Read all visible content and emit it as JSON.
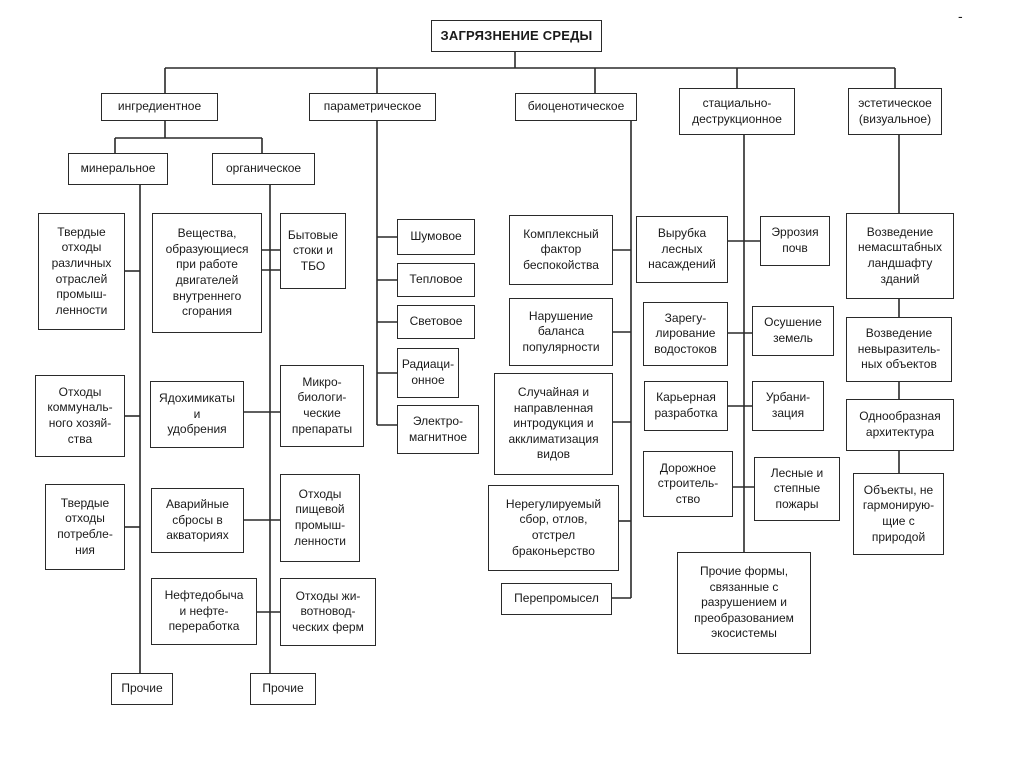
{
  "title": "ЗАГРЯЗНЕНИЕ СРЕДЫ",
  "corner_mark": "-",
  "categories": {
    "ingredient": "ингредиентное",
    "parametric": "параметрическое",
    "biocenotic": "биоценотическое",
    "stational": "стациально-\nдеструкционное",
    "aesthetic": "эстетическое\n(визуальное)"
  },
  "ingredient": {
    "mineral": "минеральное",
    "organic": "органическое",
    "mineral_items": [
      "Твердые\nотходы\nразличных\nотраслей\nпромыш-\nленности",
      "Отходы\nкоммуналь-\nного хозяй-\nства",
      "Твердые\nотходы\nпотребле-\nния",
      "Прочие"
    ],
    "middle_items": [
      "Вещества,\nобразующиеся\nпри работе\nдвигателей\nвнутреннего\nсгорания",
      "Ядохимикаты\nи\nудобрения",
      "Аварийные\nсбросы в\nакваториях",
      "Нефтедобыча\nи нефте-\nпереработка"
    ],
    "organic_items": [
      "Бытовые\nстоки и\nТБО",
      "Микро-\nбиологи-\nческие\nпрепараты",
      "Отходы\nпищевой\nпромыш-\nленности",
      "Отходы жи-\nвотновод-\nческих ферм",
      "Прочие"
    ]
  },
  "parametric_items": [
    "Шумовое",
    "Тепловое",
    "Световое",
    "Радиаци-\nонное",
    "Электро-\nмагнитное"
  ],
  "biocenotic_items": [
    "Комплексный\nфактор\nбеспокойства",
    "Нарушение\nбаланса\nпопулярности",
    "Случайная и\nнаправленная\nинтродукция и\nакклиматизация\nвидов",
    "Нерегулируемый\nсбор, отлов,\nотстрел\nбраконьерство",
    "Перепромысел"
  ],
  "stational_left": [
    "Вырубка\nлесных\nнасаждений",
    "Зарегу-\nлирование\nводостоков",
    "Карьерная\nразработка",
    "Дорожное\nстроитель-\nство"
  ],
  "stational_right": [
    "Эррозия\nпочв",
    "Осушение\nземель",
    "Урбани-\nзация",
    "Лесные и\nстепные\nпожары"
  ],
  "stational_bottom": "Прочие формы,\nсвязанные с\nразрушением и\nпреобразованием\nэкосистемы",
  "aesthetic_items": [
    "Возведение\nнемасштабных\nландшафту\nзданий",
    "Возведение\nневыразитель-\nных объектов",
    "Однообразная\nархитектура",
    "Объекты, не\nгармонирую-\nщие с\nприродой"
  ]
}
